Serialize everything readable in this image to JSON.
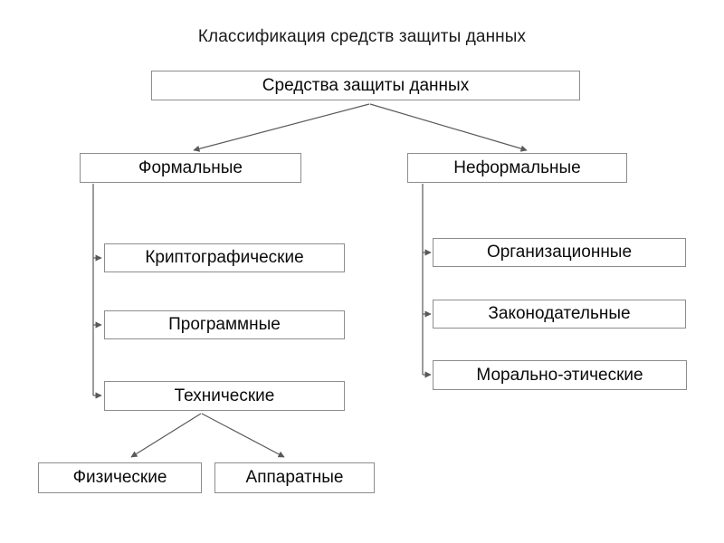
{
  "title": "Классификация средств защиты данных",
  "colors": {
    "background": "#ffffff",
    "box_border": "#8d8d8d",
    "connector": "#595959",
    "text": "#0a0a0a"
  },
  "nodes": {
    "root": "Средства защиты данных",
    "formal": "Формальные",
    "informal": "Неформальные",
    "cryptographic": "Криптографические",
    "software": "Программные",
    "technical": "Технические",
    "physical": "Физические",
    "hardware": "Аппаратные",
    "organizational": "Организационные",
    "legislative": "Законодательные",
    "moral_ethical": "Морально-этические"
  },
  "tree": {
    "root": "Средства защиты данных",
    "children": [
      {
        "label": "Формальные",
        "children": [
          {
            "label": "Криптографические",
            "children": []
          },
          {
            "label": "Программные",
            "children": []
          },
          {
            "label": "Технические",
            "children": [
              {
                "label": "Физические",
                "children": []
              },
              {
                "label": "Аппаратные",
                "children": []
              }
            ]
          }
        ]
      },
      {
        "label": "Неформальные",
        "children": [
          {
            "label": "Организационные",
            "children": []
          },
          {
            "label": "Законодательные",
            "children": []
          },
          {
            "label": "Морально-этические",
            "children": []
          }
        ]
      }
    ]
  }
}
